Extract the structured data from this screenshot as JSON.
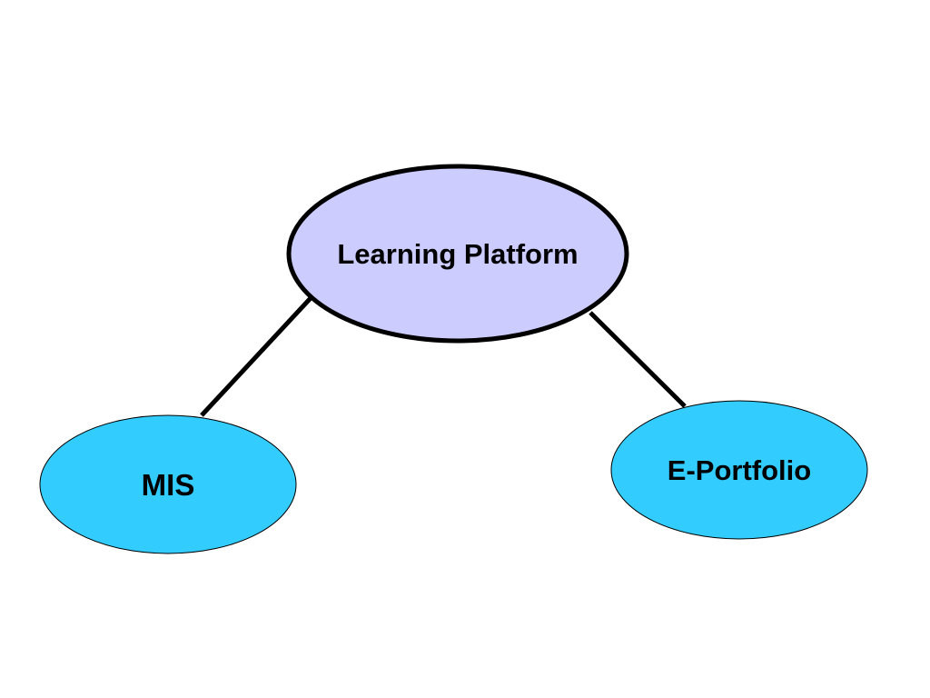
{
  "diagram": {
    "nodes": [
      {
        "id": "learning-platform",
        "label": "Learning Platform",
        "fill": "#ccccff"
      },
      {
        "id": "mis",
        "label": "MIS",
        "fill": "#33ccff"
      },
      {
        "id": "e-portfolio",
        "label": "E-Portfolio",
        "fill": "#33ccff"
      }
    ],
    "edges": [
      {
        "from": "learning-platform",
        "to": "mis"
      },
      {
        "from": "learning-platform",
        "to": "e-portfolio"
      }
    ],
    "colors": {
      "background": "#ffffff",
      "stroke": "#000000",
      "central_fill": "#ccccff",
      "leaf_fill": "#33ccff"
    }
  }
}
